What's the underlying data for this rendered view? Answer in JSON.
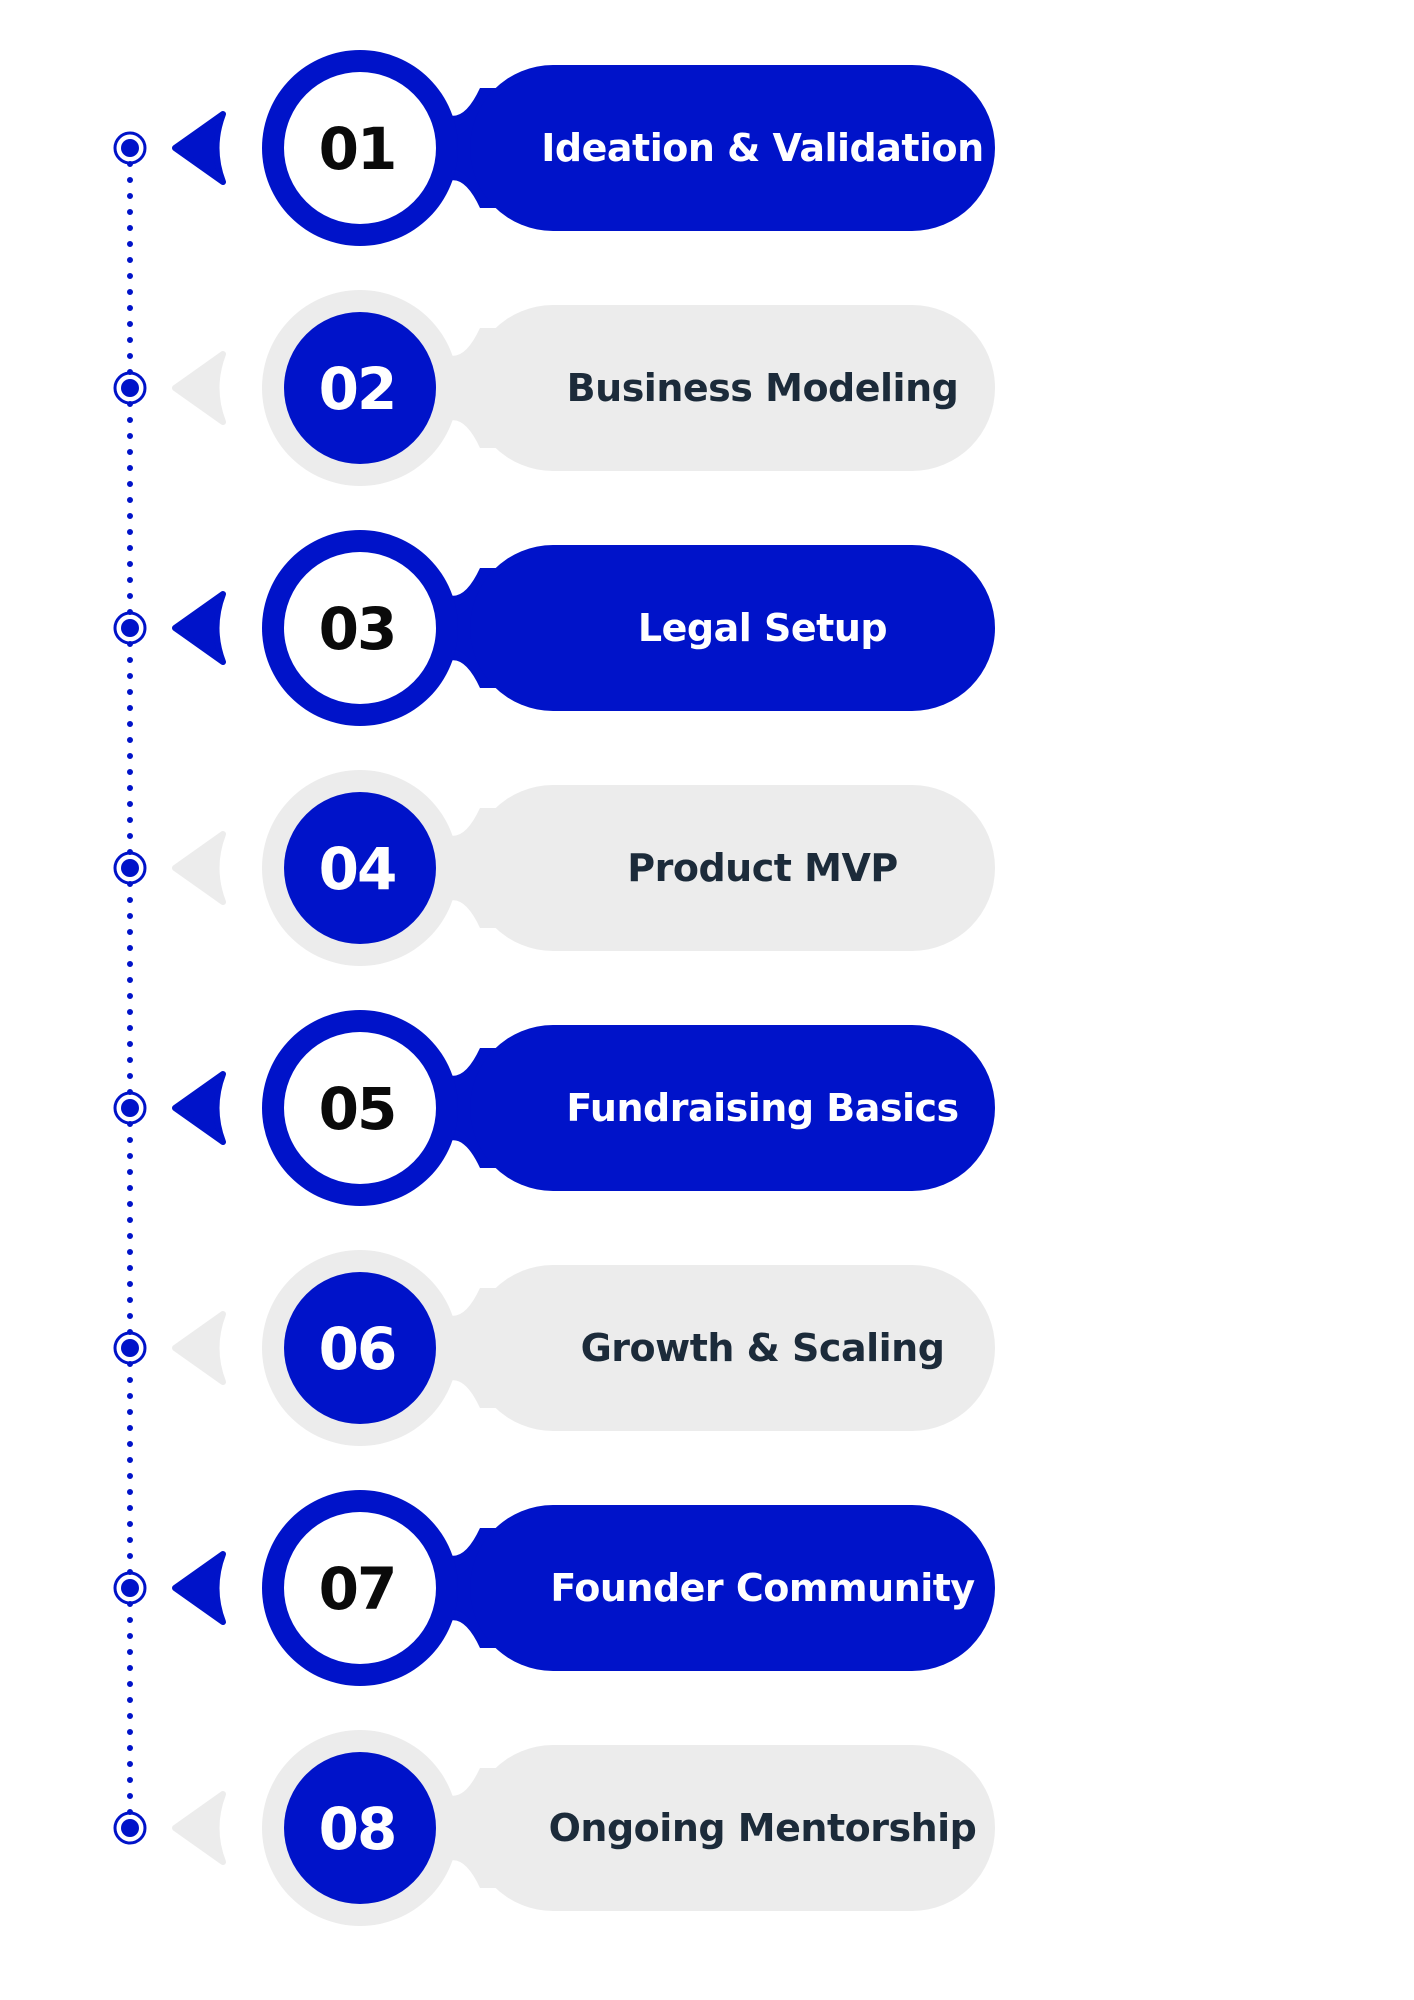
{
  "colors": {
    "accent": "#0013c9",
    "muted": "#ececec",
    "muted_ring": "#ececec",
    "dark_text": "#1c2b3a",
    "light_text": "#ffffff",
    "inner_circle_light": "#ffffff"
  },
  "steps": [
    {
      "number": "01",
      "title": "Ideation & Validation",
      "active": true
    },
    {
      "number": "02",
      "title": "Business Modeling",
      "active": false
    },
    {
      "number": "03",
      "title": "Legal Setup",
      "active": true
    },
    {
      "number": "04",
      "title": "Product MVP",
      "active": false
    },
    {
      "number": "05",
      "title": "Fundraising Basics",
      "active": true
    },
    {
      "number": "06",
      "title": "Growth & Scaling",
      "active": false
    },
    {
      "number": "07",
      "title": "Founder Community",
      "active": true
    },
    {
      "number": "08",
      "title": "Ongoing Mentorship",
      "active": false
    }
  ],
  "icons": {
    "marker": "timeline-dot-icon",
    "arrow": "chevron-left-icon"
  }
}
